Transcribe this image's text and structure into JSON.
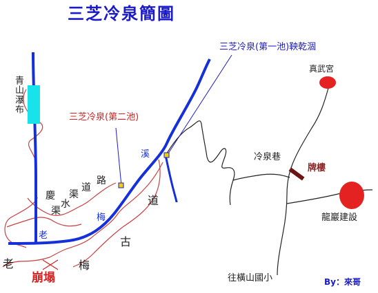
{
  "title": "三芝冷泉簡圖",
  "labels": {
    "pool1": "三芝冷泉(第一池)鞅乾涸",
    "pool2": "三芝冷泉(第二池)",
    "waterfall": "青山瀑布",
    "xi": "溪",
    "road_lu": "路",
    "road_dao1": "道",
    "qing": "慶",
    "shui": "水",
    "qu": "渠",
    "chun": "渠",
    "mei": "梅",
    "lao1": "老",
    "gu": "古",
    "dao2": "道",
    "lao2": "老",
    "mei2": "梅",
    "collapse": "崩塌",
    "lane": "冷泉巷",
    "arch": "牌樓",
    "temple": "真武宮",
    "longyan": "龍巖建設",
    "toward": "往橫山國小",
    "author": "By：來哥"
  },
  "colors": {
    "title": "#1a1ac8",
    "stream": "#1530d8",
    "pool1_label": "#1a1ac8",
    "pool2_label": "#d42020",
    "collapse": "#d42020",
    "temple_marker": "#e52222",
    "longyan_marker": "#e52222",
    "arch_marker": "#6a1414",
    "arch_label": "#8a2020",
    "waterfall_marker": "#19e3ea",
    "trail": "#c84040",
    "road": "#222222",
    "pointer": "#1a1ac8",
    "pool_marker": "#f0d000"
  }
}
